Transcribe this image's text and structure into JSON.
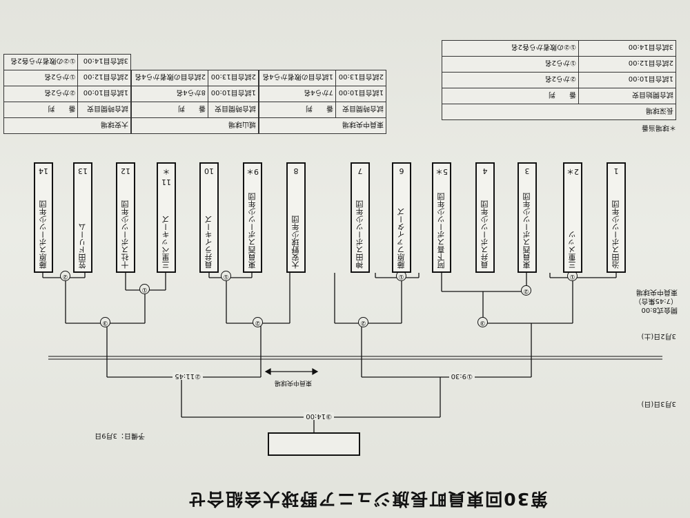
{
  "title": "第30回東員町長旗ジュニア野球大会組合せ",
  "reserve_day": "予備日：3月9日",
  "day1": {
    "date": "3月2日(土)",
    "lines": [
      "開会式8:00",
      "（7:45集合）",
      "東員中央球場"
    ]
  },
  "day2": {
    "date": "3月3日(日)"
  },
  "final_label": "③14:00",
  "semi_left": "②11:45",
  "semi_right": "①9:30",
  "arrow_venue": "東員中央球場",
  "venue_note": "＊球場当番",
  "teams": [
    {
      "no": "1",
      "name": "治田スポーツ少年団"
    },
    {
      "no": "2＊",
      "name": "三重メッツ"
    },
    {
      "no": "3",
      "name": "東員西スポーツ少年団"
    },
    {
      "no": "4",
      "name": "員弁スポーツ少年団"
    },
    {
      "no": "5＊",
      "name": "阿下喜スポーツ少年団"
    },
    {
      "no": "6",
      "name": "藤原ファイターズ"
    },
    {
      "no": "7",
      "name": "神田スポーツ少年団"
    },
    {
      "no": "8",
      "name": "大安野球少年団"
    },
    {
      "no": "9＊",
      "name": "東員西スポーツ少年団"
    },
    {
      "no": "10",
      "name": "員弁ライキーズ"
    },
    {
      "no": "11＊",
      "name": "三里ペッキーズ"
    },
    {
      "no": "12",
      "name": "十社スポーツ少年団"
    },
    {
      "no": "13",
      "name": "笠田ドリーム"
    },
    {
      "no": "14",
      "name": "藤原スポーツ少年団"
    }
  ],
  "schedule": {
    "chokushi": {
      "venue": "長深球場",
      "head": [
        "試合開始目安",
        "番　　判"
      ],
      "rows": [
        [
          "1試合目10:00",
          "②から2名"
        ],
        [
          "2試合目12:00",
          "①から2名"
        ],
        [
          "3試合目14:00",
          "①②の敗者から各2名"
        ]
      ]
    },
    "toin": {
      "venue": "東員中央球場",
      "head": [
        "試合時間目安",
        "番　　判"
      ],
      "rows": [
        [
          "1試合目10:00",
          "7から4名"
        ],
        [
          "2試合目13:00",
          "1試合目の敗者から4名"
        ]
      ]
    },
    "shiroyama": {
      "venue": "城山球場",
      "head": [
        "試合時間目安",
        "番　　判"
      ],
      "rows": [
        [
          "1試合目10:00",
          "8から4名"
        ],
        [
          "2試合目13:00",
          "2試合目の敗者から4名"
        ]
      ]
    },
    "daian": {
      "venue": "大安球場",
      "head": [
        "試合時間目安",
        "番　　判"
      ],
      "rows": [
        [
          "1試合目10:00",
          "②から2名"
        ],
        [
          "2試合目12:00",
          "①から2名"
        ],
        [
          "3試合目14:00",
          "①②の敗者から各2名"
        ]
      ]
    }
  },
  "match_marks": [
    "①",
    "②",
    "③"
  ]
}
